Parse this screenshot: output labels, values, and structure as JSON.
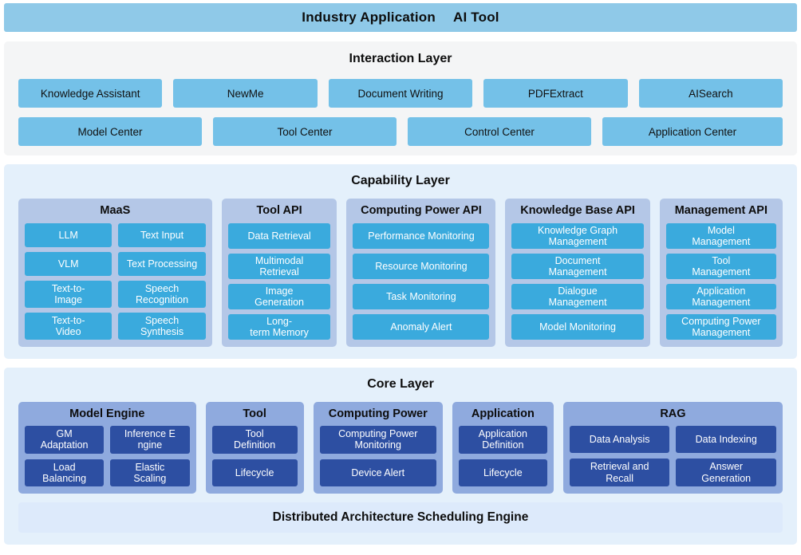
{
  "header": {
    "title_left": "Industry Application",
    "title_right": "AI Tool",
    "bg_color": "#8fc9e8"
  },
  "interaction_layer": {
    "title": "Interaction Layer",
    "bg_color": "#f4f5f6",
    "chip_color": "#74c1e8",
    "row1": [
      {
        "label": "Knowledge Assistant"
      },
      {
        "label": "NewMe"
      },
      {
        "label": "Document Writing"
      },
      {
        "label": "PDFExtract"
      },
      {
        "label": "AISearch"
      }
    ],
    "row2": [
      {
        "label": "Model Center"
      },
      {
        "label": "Tool Center"
      },
      {
        "label": "Control Center"
      },
      {
        "label": "Application Center"
      }
    ]
  },
  "capability_layer": {
    "title": "Capability Layer",
    "bg_color": "#e4f0fb",
    "group_color": "#b4c7e7",
    "chip_color": "#3aaadd",
    "columns": [
      {
        "title": "MaaS",
        "layout": "two-col",
        "items": [
          {
            "label": "LLM"
          },
          {
            "label": "Text Input"
          },
          {
            "label": "VLM"
          },
          {
            "label": "Text Processing"
          },
          {
            "label": "Text-to-\nImage"
          },
          {
            "label": "Speech\nRecognition"
          },
          {
            "label": "Text-to-\nVideo"
          },
          {
            "label": "Speech\nSynthesis"
          }
        ]
      },
      {
        "title": "Tool API",
        "layout": "one-col",
        "items": [
          {
            "label": "Data Retrieval"
          },
          {
            "label": "Multimodal\nRetrieval"
          },
          {
            "label": "Image\nGeneration"
          },
          {
            "label": "Long-\nterm Memory"
          }
        ]
      },
      {
        "title": "Computing Power  API",
        "layout": "one-col",
        "items": [
          {
            "label": "Performance Monitoring"
          },
          {
            "label": "Resource Monitoring"
          },
          {
            "label": "Task Monitoring"
          },
          {
            "label": "Anomaly Alert"
          }
        ]
      },
      {
        "title": "Knowledge Base API",
        "layout": "one-col",
        "items": [
          {
            "label": "Knowledge Graph\nManagement"
          },
          {
            "label": "Document\nManagement"
          },
          {
            "label": "Dialogue\nManagement"
          },
          {
            "label": "Model Monitoring"
          }
        ]
      },
      {
        "title": "Management API",
        "layout": "one-col",
        "items": [
          {
            "label": "Model\nManagement"
          },
          {
            "label": "Tool\nManagement"
          },
          {
            "label": "Application\nManagement"
          },
          {
            "label": "Computing Power\nManagement"
          }
        ]
      }
    ]
  },
  "core_layer": {
    "title": "Core Layer",
    "bg_color": "#e4f0fb",
    "group_color": "#8faade",
    "chip_color": "#2d4fa2",
    "columns": [
      {
        "title": "Model Engine",
        "layout": "two-col",
        "items": [
          {
            "label": "GM\nAdaptation"
          },
          {
            "label": "Inference E\nngine"
          },
          {
            "label": "Load\nBalancing"
          },
          {
            "label": "Elastic\nScaling"
          }
        ]
      },
      {
        "title": "Tool",
        "layout": "one-col",
        "items": [
          {
            "label": "Tool\nDefinition"
          },
          {
            "label": "Lifecycle"
          }
        ]
      },
      {
        "title": "Computing Power",
        "layout": "one-col",
        "items": [
          {
            "label": "Computing Power\nMonitoring"
          },
          {
            "label": "Device Alert"
          }
        ]
      },
      {
        "title": "Application",
        "layout": "one-col",
        "items": [
          {
            "label": "Application\nDefinition"
          },
          {
            "label": "Lifecycle"
          }
        ]
      },
      {
        "title": "RAG",
        "layout": "two-col",
        "items": [
          {
            "label": "Data Analysis"
          },
          {
            "label": "Data Indexing"
          },
          {
            "label": "Retrieval and\nRecall"
          },
          {
            "label": "Answer\nGeneration"
          }
        ]
      }
    ],
    "footer": {
      "label": "Distributed Architecture Scheduling Engine",
      "bg_color": "#ddeafb"
    }
  }
}
